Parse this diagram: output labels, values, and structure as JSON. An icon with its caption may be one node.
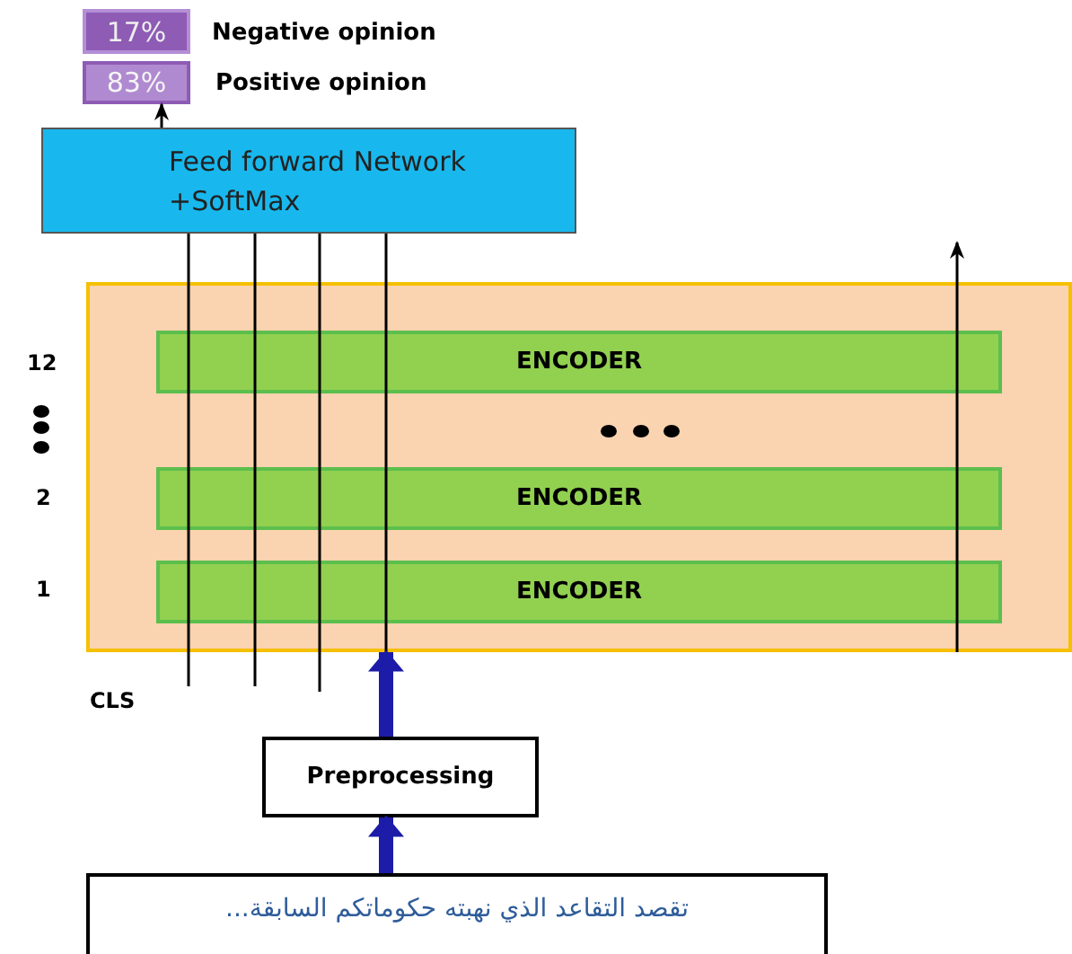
{
  "diagram": {
    "nodes": [
      {
        "text": [
          "17%"
        ],
        "beside": [
          "Negative opinion"
        ]
      },
      {
        "text": [
          "83%"
        ],
        "beside": [
          "Positive opinion"
        ]
      },
      {
        "text": [
          "Feed forward Network +SoftMax"
        ]
      },
      {
        "text": [],
        "shape": "box"
      },
      {
        "text": [
          "ENCODER"
        ],
        "in": 3
      },
      {
        "text": [
          "ENCODER"
        ],
        "in": 3
      },
      {
        "text": [
          "ENCODER"
        ],
        "in": 3
      },
      {
        "text": [
          "Preprocessing"
        ]
      },
      {
        "text": [
          "تقصد التقاعد الذي نهبته حكوماتكم السابقة..."
        ]
      }
    ],
    "edges": [
      {
        "from": 2,
        "to": 1,
        "arrow": "to"
      },
      {
        "from": null,
        "to": 2,
        "arrow": "none"
      },
      {
        "from": null,
        "to": 2,
        "arrow": "none"
      },
      {
        "from": null,
        "to": 2,
        "arrow": "none"
      },
      {
        "from": null,
        "to": 2,
        "arrow": "none"
      },
      {
        "from": 3,
        "to": null,
        "arrow": "to"
      },
      {
        "from": 7,
        "to": 3,
        "arrow": "to",
        "style": "thick",
        "color": "#1c1ca8"
      },
      {
        "from": 8,
        "to": 7,
        "arrow": "to",
        "style": "thick",
        "color": "#1c1ca8"
      }
    ],
    "labels": [
      "12",
      "2",
      "1",
      "CLS"
    ]
  }
}
